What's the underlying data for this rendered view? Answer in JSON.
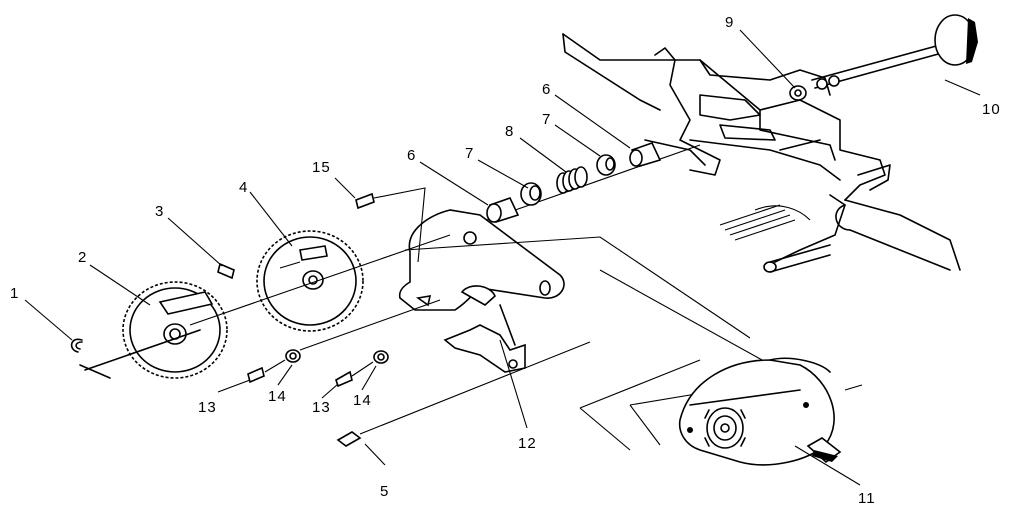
{
  "callouts": {
    "c1": "1",
    "c2": "2",
    "c3": "3",
    "c4": "4",
    "c5": "5",
    "c6a": "6",
    "c6b": "6",
    "c7a": "7",
    "c7b": "7",
    "c8": "8",
    "c9": "9",
    "c10": "10",
    "c11": "11",
    "c12": "12",
    "c13a": "13",
    "c13b": "13",
    "c14a": "14",
    "c14b": "14",
    "c15": "15"
  }
}
